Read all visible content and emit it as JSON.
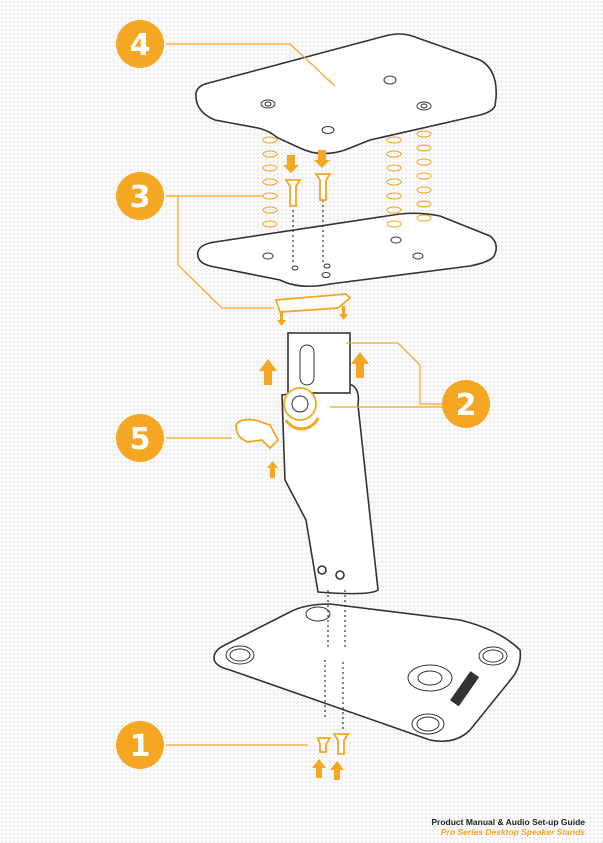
{
  "colors": {
    "accent": "#F5A623",
    "line": "#333333",
    "part": "#ffffff"
  },
  "callouts": [
    {
      "id": "step-1",
      "label": "1"
    },
    {
      "id": "step-2",
      "label": "2"
    },
    {
      "id": "step-3",
      "label": "3"
    },
    {
      "id": "step-4",
      "label": "4"
    },
    {
      "id": "step-5",
      "label": "5"
    }
  ],
  "footer": {
    "title": "Product Manual & Audio Set-up Guide",
    "subtitle": "Pro Series Desktop Speaker Stands"
  }
}
